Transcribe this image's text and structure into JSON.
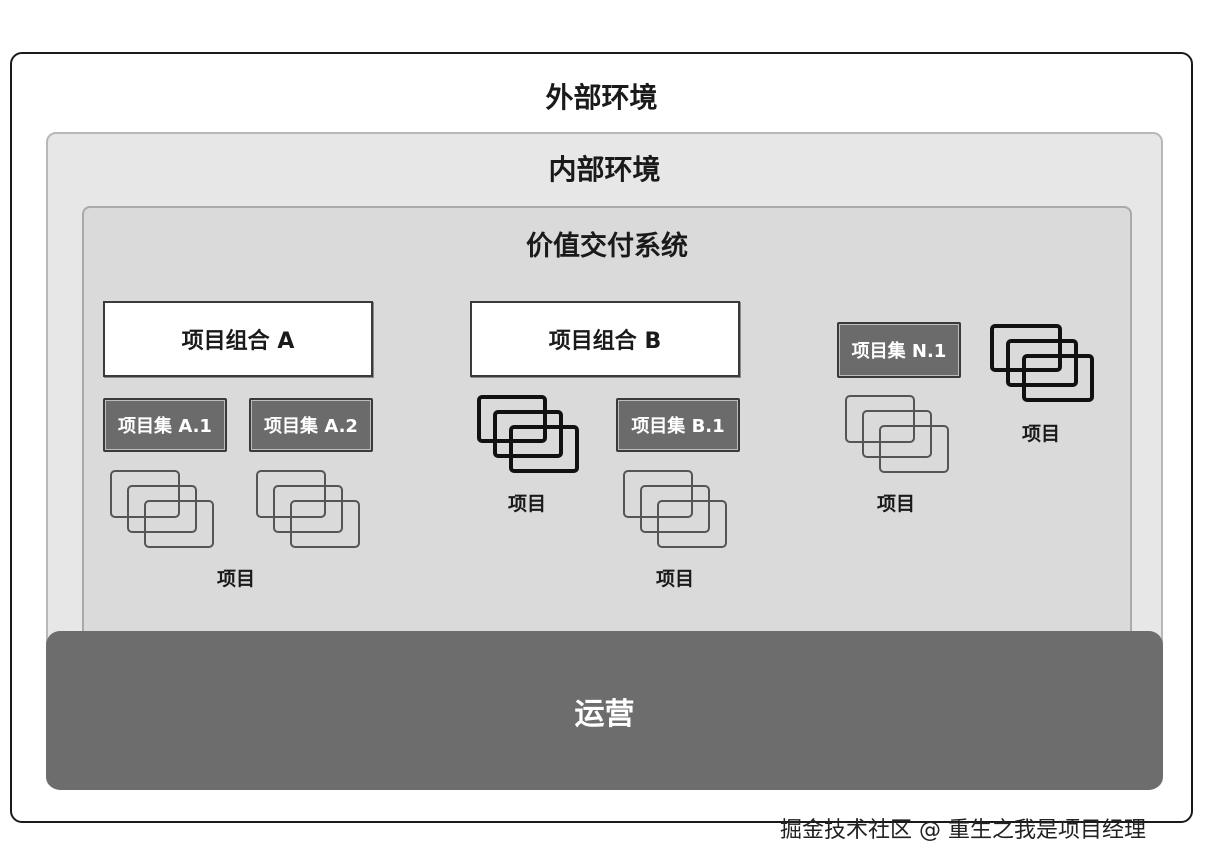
{
  "external_env": "外部环境",
  "internal_env": "内部环境",
  "value_delivery_system": "价值交付系统",
  "operations": "运营",
  "portfolios": {
    "a": "项目组合 A",
    "b": "项目组合 B"
  },
  "programs": {
    "a1": "项目集 A.1",
    "a2": "项目集 A.2",
    "b1": "项目集 B.1",
    "n1": "项目集 N.1"
  },
  "project_labels": {
    "a": "项目",
    "b_direct": "项目",
    "b1": "项目",
    "n1": "项目",
    "direct": "项目"
  },
  "watermark": "掘金技术社区 @ 重生之我是项目经理"
}
